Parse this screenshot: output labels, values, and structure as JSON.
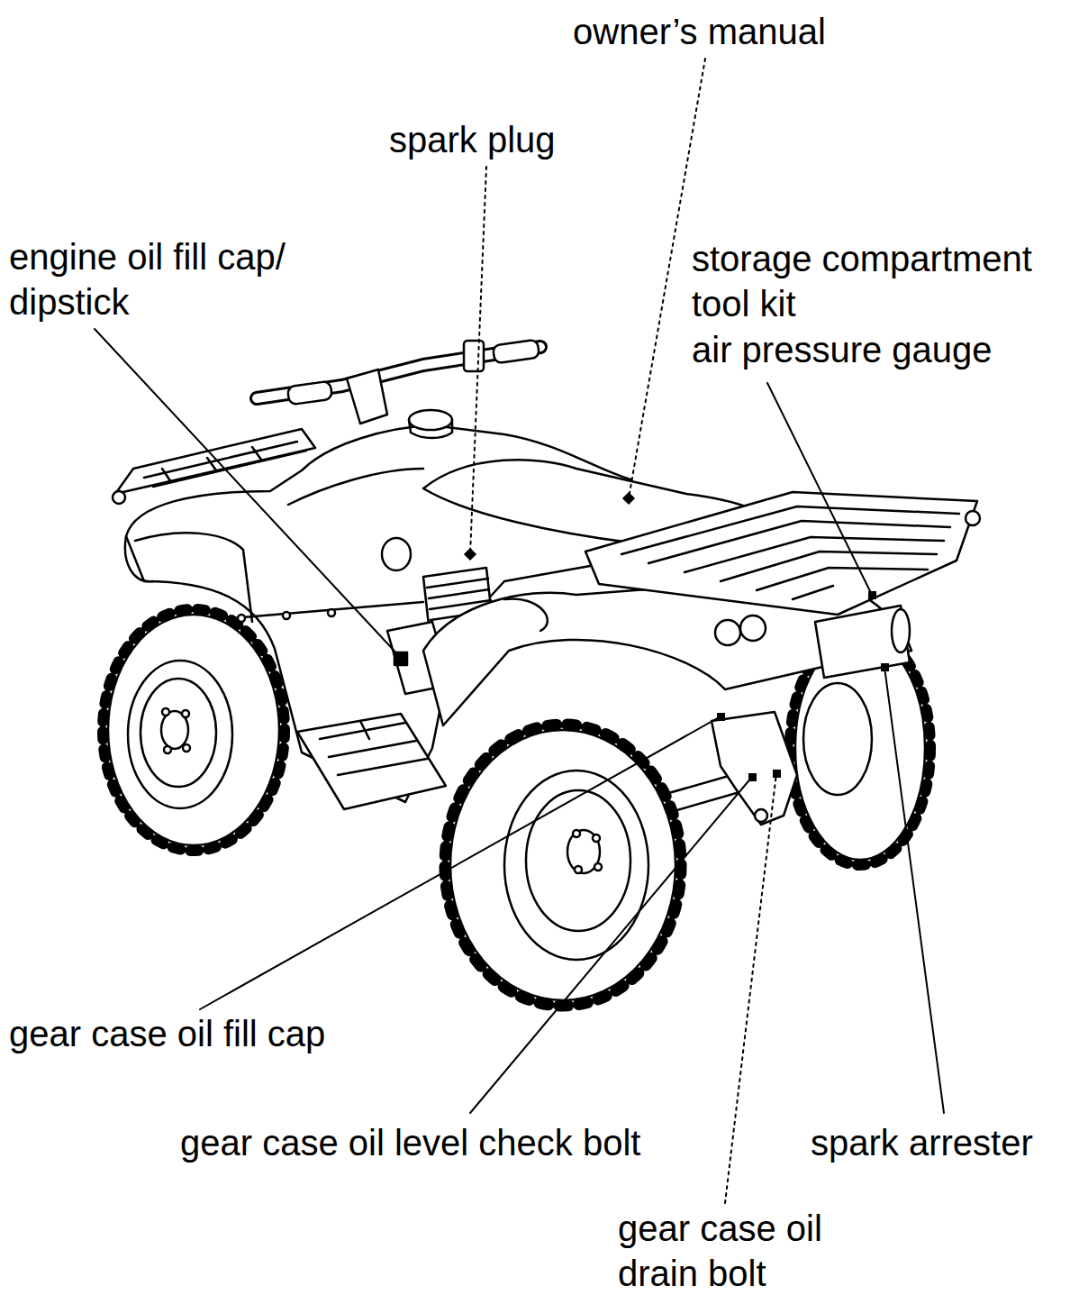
{
  "diagram": {
    "labels": [
      "owner’s manual",
      "spark plug",
      "engine oil fill cap/ dipstick",
      "storage compartment",
      "tool kit",
      "air pressure gauge",
      "gear case oil fill cap",
      "gear case oil level check bolt",
      "spark arrester",
      "gear case oil drain bolt"
    ]
  }
}
